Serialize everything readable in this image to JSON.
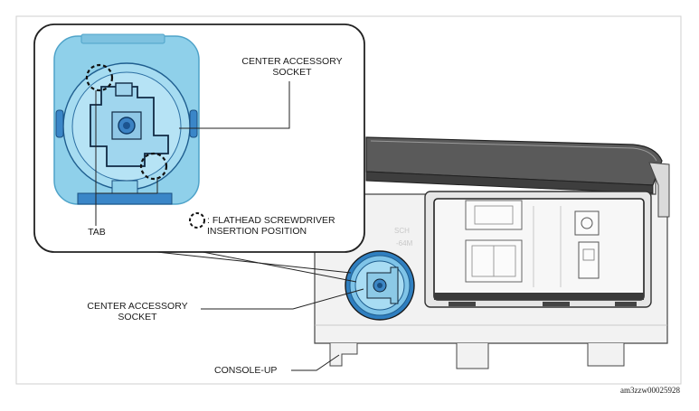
{
  "labels": {
    "inset_socket_line1": "CENTER ACCESSORY",
    "inset_socket_line2": "SOCKET",
    "tab": "TAB",
    "legend_line1": ": FLATHEAD SCREWDRIVER",
    "legend_line2": "INSERTION POSITION",
    "main_socket_line1": "CENTER ACCESSORY",
    "main_socket_line2": "SOCKET",
    "console": "CONSOLE-UP"
  },
  "figure_code": "am3zzw00025928",
  "colors": {
    "socket_blue": "#8fd0ea",
    "socket_blue_dark": "#4fa3c9",
    "socket_accent": "#1f6fb0",
    "line": "#222222",
    "console_gray": "#e9e9e9",
    "console_dark": "#555555"
  }
}
